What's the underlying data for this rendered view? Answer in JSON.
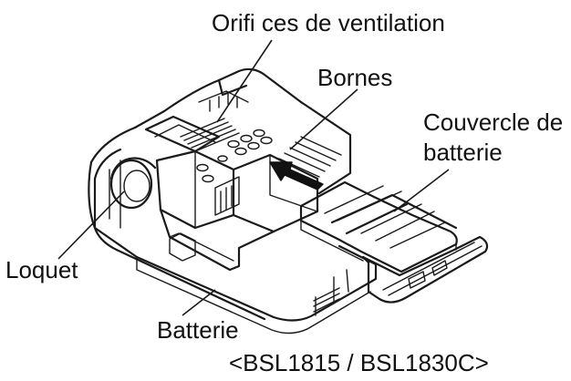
{
  "labels": {
    "vents": "Orifi ces de ventilation",
    "terminals": "Bornes",
    "cover_line1": "Couvercle de",
    "cover_line2": "batterie",
    "latch": "Loquet",
    "battery": "Batterie"
  },
  "caption": "<BSL1815 / BSL1830C>",
  "colors": {
    "ink": "#1a1a1a",
    "background": "#ffffff",
    "arrow": "#111111"
  }
}
